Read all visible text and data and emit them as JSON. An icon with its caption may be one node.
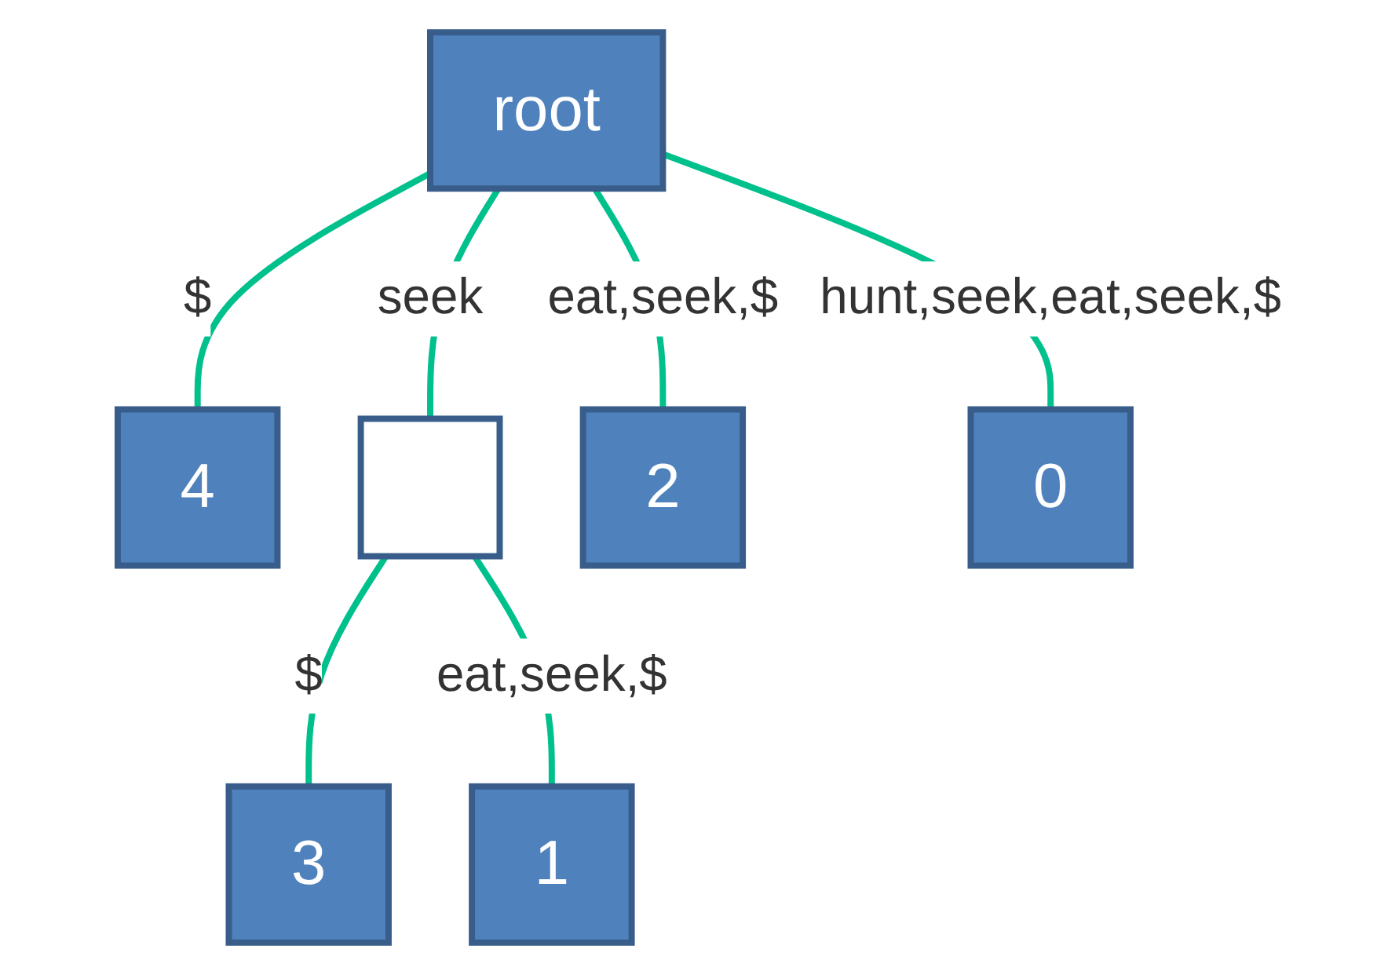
{
  "diagram": {
    "nodes": [
      {
        "text": [
          "root"
        ]
      },
      {
        "text": [
          "4"
        ]
      },
      {
        "text": [],
        "shape": "box"
      },
      {
        "text": [
          "3"
        ]
      },
      {
        "text": [
          "2"
        ]
      },
      {
        "text": [
          "1"
        ]
      },
      {
        "text": [
          "0"
        ]
      }
    ],
    "edges": [
      {
        "from": 0,
        "to": 1,
        "arrow": "none",
        "label": "$"
      },
      {
        "from": 0,
        "to": 2,
        "arrow": "none",
        "label": "seek"
      },
      {
        "from": 0,
        "to": 4,
        "arrow": "none",
        "label": "eat,seek,$"
      },
      {
        "from": 0,
        "to": 6,
        "arrow": "none",
        "label": "hunt,seek,eat,seek,$"
      },
      {
        "from": 2,
        "to": 3,
        "arrow": "none",
        "label": "$"
      },
      {
        "from": 2,
        "to": 5,
        "arrow": "none",
        "label": "eat,seek,$"
      }
    ]
  }
}
